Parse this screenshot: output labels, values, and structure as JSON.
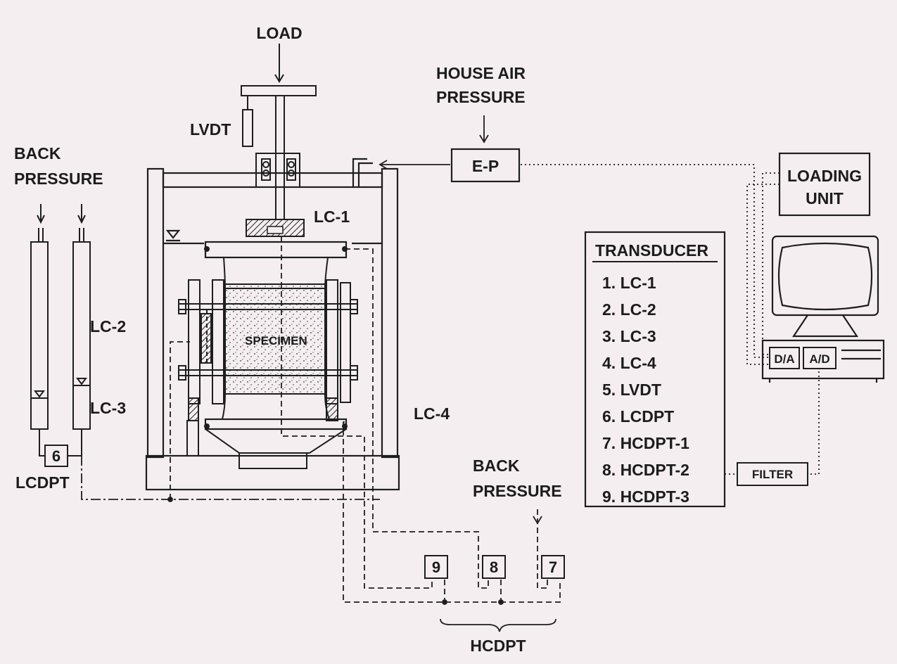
{
  "labels": {
    "load": "LOAD",
    "lvdt": "LVDT",
    "house_air_line1": "HOUSE AIR",
    "house_air_line2": "PRESSURE",
    "ep": "E-P",
    "back_pressure_left_line1": "BACK",
    "back_pressure_left_line2": "PRESSURE",
    "lc1": "LC-1",
    "lc2": "LC-2",
    "lc3": "LC-3",
    "lc4": "LC-4",
    "specimen": "SPECIMEN",
    "lcdpt_num": "6",
    "lcdpt": "LCDPT",
    "loading_unit_line1": "LOADING",
    "loading_unit_line2": "UNIT",
    "da": "D/A",
    "ad": "A/D",
    "filter": "FILTER",
    "back_pressure_right_line1": "BACK",
    "back_pressure_right_line2": "PRESSURE",
    "hcdpt_9": "9",
    "hcdpt_8": "8",
    "hcdpt_7": "7",
    "hcdpt": "HCDPT"
  },
  "transducer": {
    "title": "TRANSDUCER",
    "items": [
      "1. LC-1",
      "2. LC-2",
      "3. LC-3",
      "4. LC-4",
      "5. LVDT",
      "6. LCDPT",
      "7. HCDPT-1",
      "8. HCDPT-2",
      "9. HCDPT-3"
    ]
  }
}
